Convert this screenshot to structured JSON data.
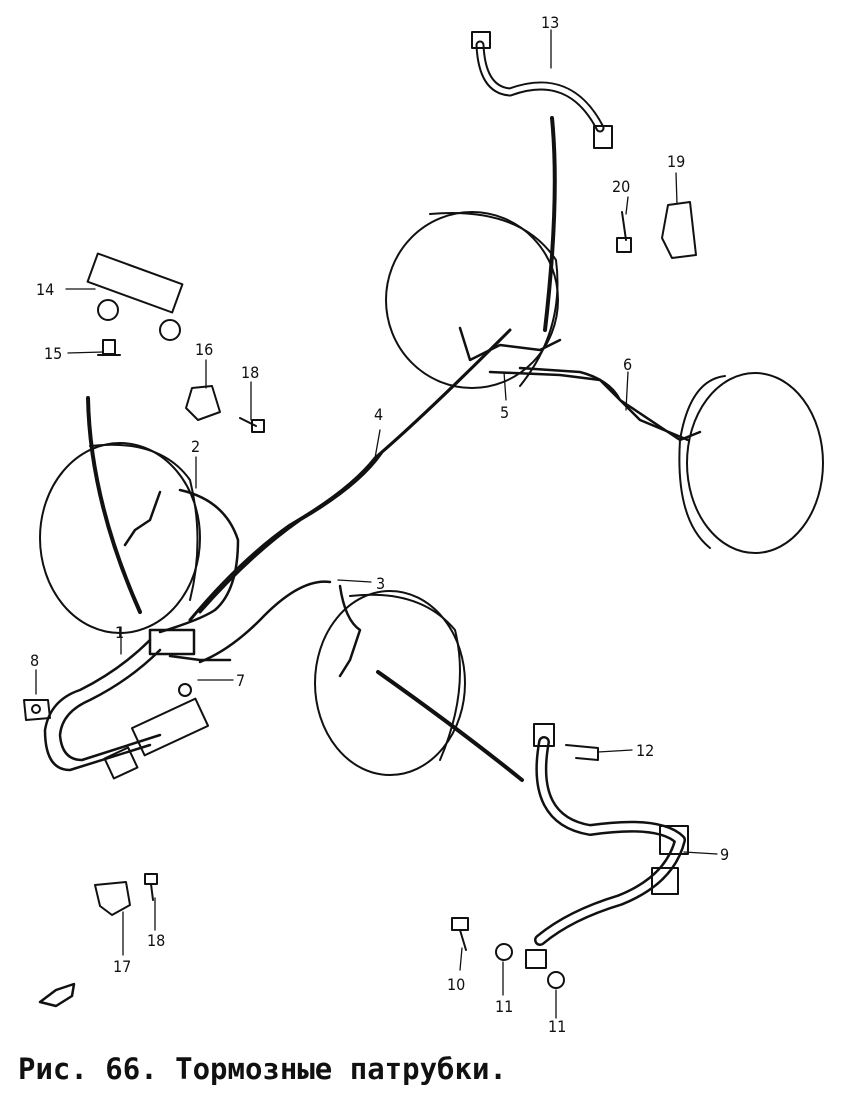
{
  "caption": "Рис. 66. Тормозные патрубки.",
  "callouts": [
    "1",
    "2",
    "3",
    "4",
    "5",
    "6",
    "7",
    "8",
    "9",
    "10",
    "11",
    "11",
    "12",
    "13",
    "14",
    "15",
    "16",
    "17",
    "18",
    "18",
    "19",
    "20"
  ]
}
